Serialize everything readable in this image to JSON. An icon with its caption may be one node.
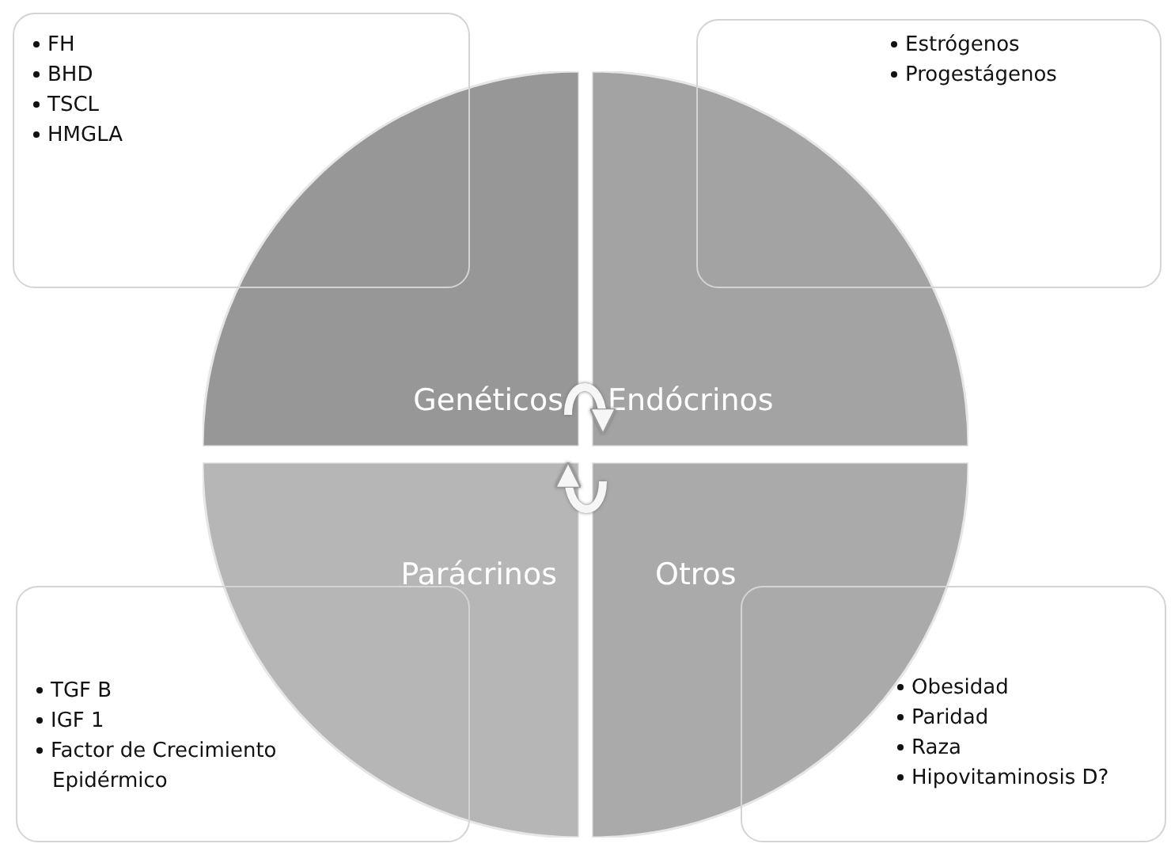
{
  "diagram": {
    "nodes": [
      {
        "text": [
          "FH",
          "BHD",
          "TSCL",
          "HMGLA"
        ]
      },
      {
        "text": [
          "Estrógenos",
          "Progestágenos"
        ]
      },
      {
        "text": [
          "Genéticos"
        ]
      },
      {
        "text": [
          "Endócrinos"
        ]
      },
      {
        "text": [
          "Parácrinos"
        ]
      },
      {
        "text": [
          "Otros"
        ]
      },
      {
        "text": [
          "TGF B",
          "IGF 1",
          "Factor de Crecimiento Epidérmico"
        ]
      },
      {
        "text": [
          "Obesidad",
          "Paridad",
          "Raza",
          "Hipovitaminosis D?"
        ]
      }
    ],
    "edges": [
      {
        "from": 2,
        "to": 3,
        "arrow": "to"
      },
      {
        "from": 5,
        "to": 4,
        "arrow": "to"
      }
    ]
  }
}
